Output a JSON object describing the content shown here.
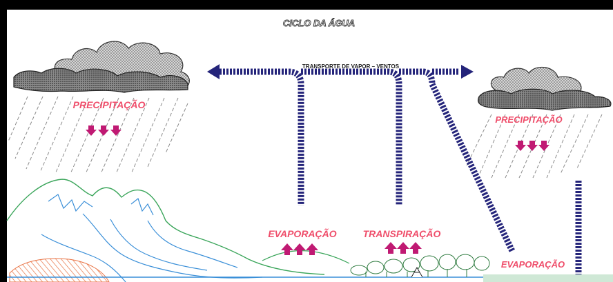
{
  "title": "CICLO DA ÁGUA",
  "labels": {
    "transport": "TRANSPORTE DE VAPOR – VENTOS",
    "precip_left": "PRECIPITAÇÃO",
    "precip_right": "PRECIPITAÇÃO",
    "evap_center": "EVAPORAÇÃO",
    "transpiration": "TRANSPIRAÇÃO",
    "evap_right": "EVAPORAÇÃO"
  },
  "colors": {
    "frame": "#000000",
    "vapor": "#24247a",
    "label_red": "#ef4d6a",
    "arrow_magenta": "#c01a73",
    "cloud_fill": "#b5b5b5",
    "cloud_dark": "#7b7b7b",
    "mountain_outline": "#3aa55a",
    "river_blue": "#3a8fd8",
    "rain_gray": "#8c8c8c",
    "soil_hatch": "#e87040"
  }
}
